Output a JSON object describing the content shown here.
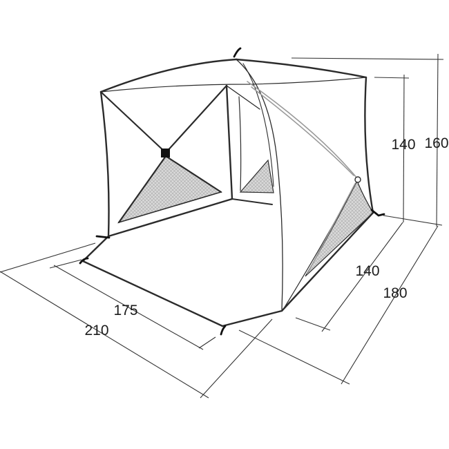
{
  "colors": {
    "outline": "#2b2b2b",
    "dimension_line": "#333333",
    "mesh": "#cfcfcf",
    "pole_grey": "#9a9a9a",
    "background": "#ffffff"
  },
  "dimensions": {
    "height_inner": "140",
    "height_outer": "160",
    "depth_inner": "140",
    "depth_outer": "180",
    "width_inner": "175",
    "width_outer": "210"
  }
}
